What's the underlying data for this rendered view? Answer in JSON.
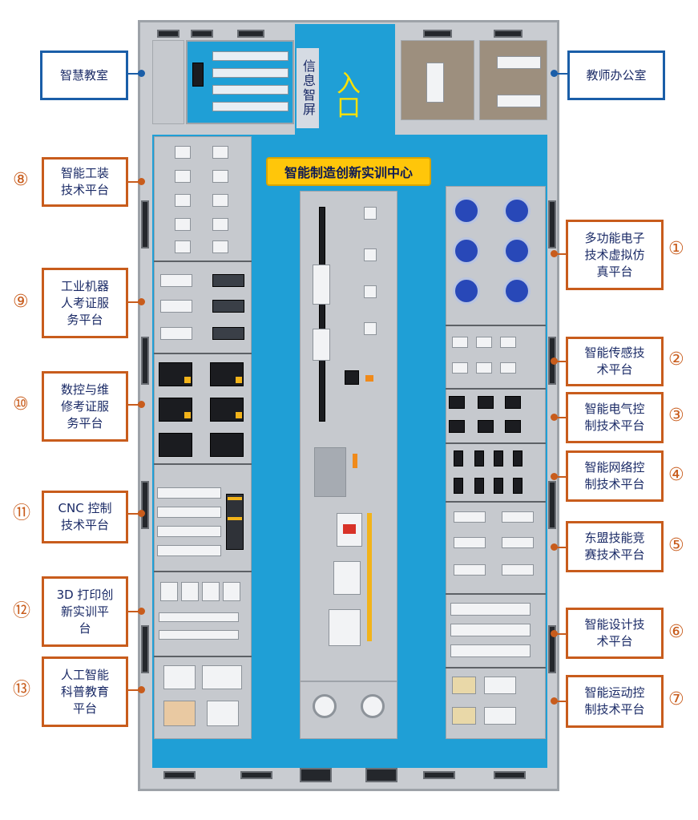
{
  "center_title": "智能制造创新实训中心",
  "screen_label": "信息智屏",
  "entrance_label": "入口",
  "top_labels": {
    "smart_classroom": "智慧教室",
    "teacher_office": "教师办公室"
  },
  "right_platforms": [
    {
      "num": "①",
      "label": "多功能电子\n技术虚拟仿\n真平台"
    },
    {
      "num": "②",
      "label": "智能传感技\n术平台"
    },
    {
      "num": "③",
      "label": "智能电气控\n制技术平台"
    },
    {
      "num": "④",
      "label": "智能网络控\n制技术平台"
    },
    {
      "num": "⑤",
      "label": "东盟技能竞\n赛技术平台"
    },
    {
      "num": "⑥",
      "label": "智能设计技\n术平台"
    },
    {
      "num": "⑦",
      "label": "智能运动控\n制技术平台"
    }
  ],
  "left_platforms": [
    {
      "num": "⑧",
      "label": "智能工装\n技术平台"
    },
    {
      "num": "⑨",
      "label": "工业机器\n人考证服\n务平台"
    },
    {
      "num": "⑩",
      "label": "数控与维\n修考证服\n务平台"
    },
    {
      "num": "⑪",
      "label": "CNC 控制\n技术平台"
    },
    {
      "num": "⑫",
      "label": "3D 打印创\n新实训平\n台"
    },
    {
      "num": "⑬",
      "label": "人工智能\n科普教育\n平台"
    }
  ]
}
